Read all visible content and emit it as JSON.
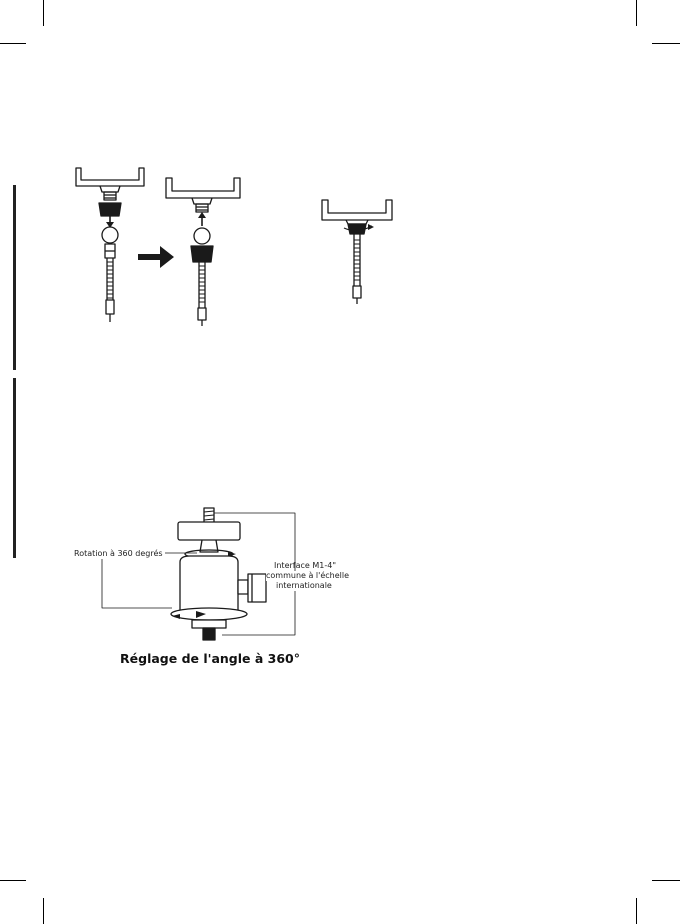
{
  "labels": {
    "rotation": "Rotation à 360 degrés",
    "interface_line1": "Interface M1-4\"",
    "interface_line2": "commune à l'échelle",
    "interface_line3": "internationale"
  },
  "caption": "Réglage de l'angle à 360°",
  "colors": {
    "ink": "#1a1a1a",
    "paper": "#ffffff"
  }
}
